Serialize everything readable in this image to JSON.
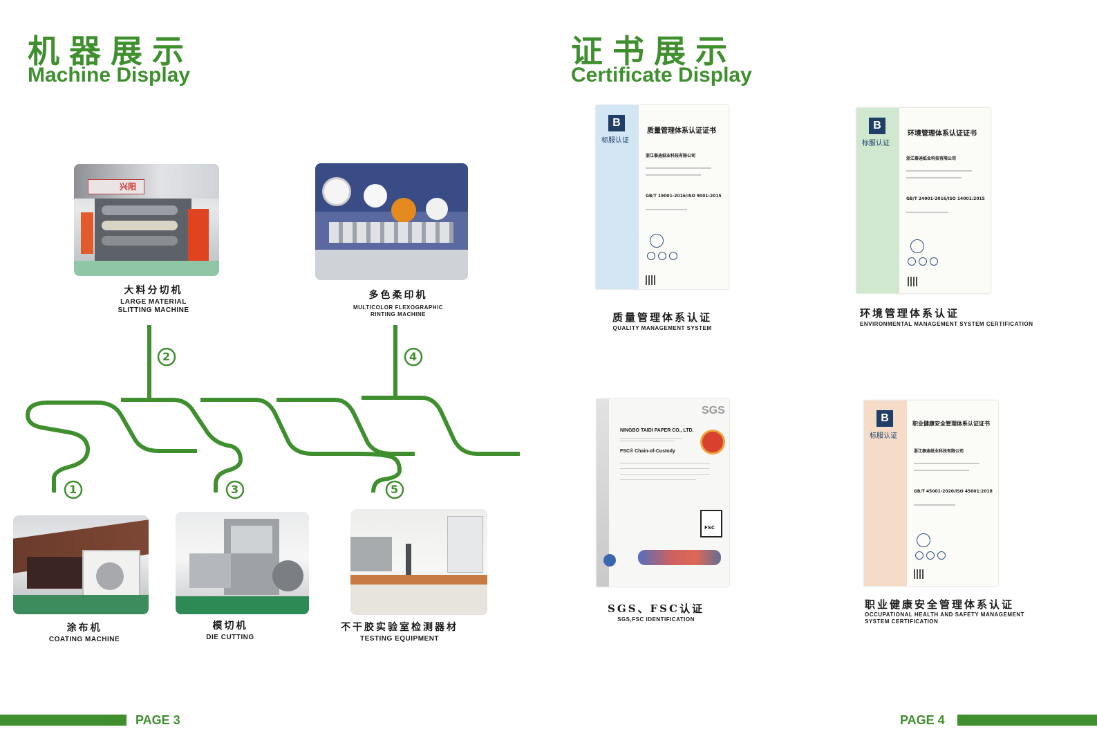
{
  "left": {
    "title_cn": "机器展示",
    "title_en": "Machine Display",
    "machines": [
      {
        "cn": "大料分切机",
        "en1": "LARGE MATERIAL",
        "en2": "SLITTING MACHINE",
        "photo_sign": "兴阳"
      },
      {
        "cn": "多色柔印机",
        "en1": "MULTICOLOR FLEXOGRAPHIC",
        "en2": "RINTING MACHINE"
      },
      {
        "cn": "涂布机",
        "en1": "COATING MACHINE",
        "en2": ""
      },
      {
        "cn": "模切机",
        "en1": "DIE CUTTING",
        "en2": ""
      },
      {
        "cn": "不干胶实验室检测器材",
        "en1": "TESTING EQUIPMENT",
        "en2": ""
      }
    ],
    "steps": [
      "1",
      "2",
      "3",
      "4",
      "5"
    ],
    "page": "PAGE 3"
  },
  "right": {
    "title_cn": "证书展示",
    "title_en": "Certificate Display",
    "certs": [
      {
        "heading": "质量管理体系认证证书",
        "company": "浙江泰迪纸业科技有限公司",
        "standard": "GB/T 19001-2016/ISO 9001:2015",
        "logo_text": "标服认证",
        "cap_cn": "质量管理体系认证",
        "cap_en1": "QUALITY MANAGEMENT SYSTEM",
        "cap_en2": ""
      },
      {
        "heading": "环境管理体系认证证书",
        "company": "浙江泰迪纸业科技有限公司",
        "standard": "GB/T 24001-2016/ISO 14001:2015",
        "logo_text": "标服认证",
        "cap_cn": "环境管理体系认证",
        "cap_en1": "ENVIRONMENTAL MANAGEMENT SYSTEM CERTIFICATION",
        "cap_en2": ""
      },
      {
        "heading": "NINGBO TAIDI PAPER CO., LTD.",
        "standard": "FSC® Chain-of-Custody",
        "logo_text": "SGS",
        "cap_cn": "SGS、FSC认证",
        "cap_en1": "SGS,FSC IDENTIFICATION",
        "cap_en2": "",
        "fsc": "FSC"
      },
      {
        "heading": "职业健康安全管理体系认证证书",
        "company": "浙江泰迪纸业科技有限公司",
        "standard": "GB/T 45001-2020/ISO 45001:2018",
        "logo_text": "标服认证",
        "cap_cn": "职业健康安全管理体系认证",
        "cap_en1": "OCCUPATIONAL HEALTH AND SAFETY MANAGEMENT",
        "cap_en2": "SYSTEM CERTIFICATION"
      }
    ],
    "page": "PAGE 4"
  },
  "colors": {
    "brand_green": "#3f8f2f",
    "cert_blue": "#1f3f66"
  }
}
